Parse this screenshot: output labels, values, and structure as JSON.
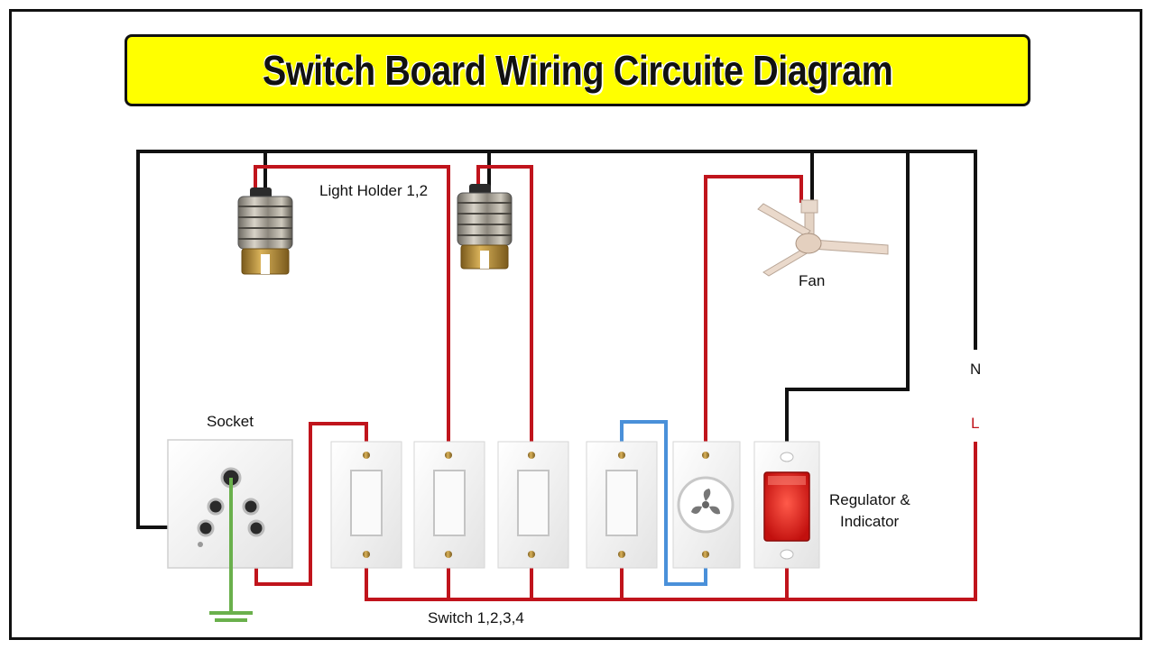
{
  "title": "Switch Board Wiring Circuite Diagram",
  "labels": {
    "light_holder": "Light Holder 1,2",
    "fan": "Fan",
    "socket": "Socket",
    "neutral": "N",
    "live": "L",
    "regulator_line1": "Regulator &",
    "regulator_line2": "Indicator",
    "switches": "Switch 1,2,3,4"
  },
  "colors": {
    "background": "#ffffff",
    "title_banner": "#ffff00",
    "neutral_wire": "#111111",
    "live_wire": "#c0141c",
    "earth_wire": "#6ab04c",
    "regulator_wire": "#4a90d9",
    "indicator": "#e81c1c"
  }
}
